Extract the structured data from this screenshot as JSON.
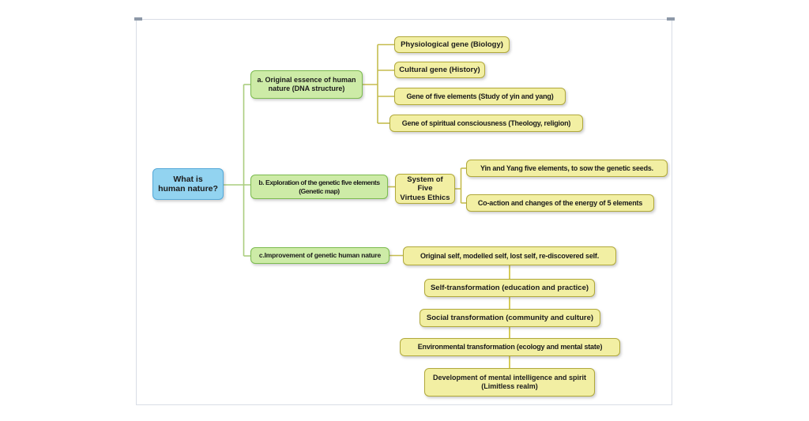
{
  "title": "What is human nature mind map",
  "colors": {
    "canvas_border": "#d9dde6",
    "root_fill": "#92d3f0",
    "root_border": "#55a9d9",
    "branch_fill": "#cdeba7",
    "branch_border": "#7cbb4f",
    "leaf_fill": "#f2efa3",
    "leaf_border": "#b1a93b",
    "wire_green": "#aacd7e",
    "wire_olive": "#c5bc4e",
    "wire_chain": "#d6cc58",
    "text": "#1b1b1b"
  },
  "nodes": {
    "root": "What is\nhuman nature?",
    "branch_a": "a. Original essence of human nature (DNA structure)",
    "branch_b": "b. Exploration of the genetic five elements\n(Genetic map)",
    "branch_c": "c.Improvement of genetic human nature",
    "a_children": [
      "Physiological gene (Biology)",
      "Cultural gene (History)",
      "Gene of five elements (Study of yin and yang)",
      "Gene of spiritual consciousness (Theology, religion)"
    ],
    "system_box": "System of Five\nVirtues Ethics",
    "b_children": [
      "Yin and Yang five elements, to sow the genetic seeds.",
      "Co-action and changes of the energy of 5 elements"
    ],
    "c_chain": [
      "Original self, modelled self, lost self, re-discovered self.",
      "Self-transformation (education and practice)",
      "Social transformation (community and culture)",
      "Environmental transformation (ecology and mental state)",
      "Development of mental intelligence and spirit\n(Limitless realm)"
    ]
  }
}
